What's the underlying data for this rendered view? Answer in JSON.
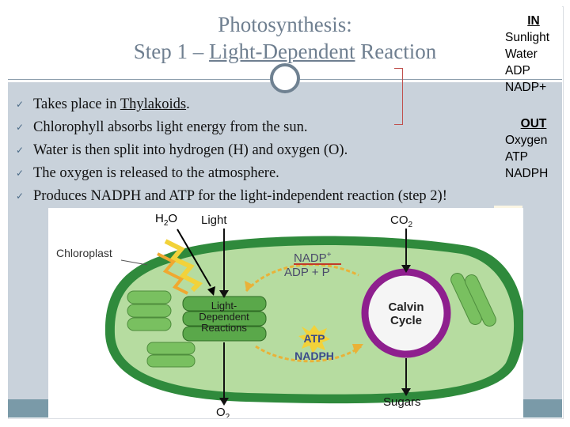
{
  "title": {
    "line1": "Photosynthesis:",
    "line2_prefix": "Step 1 – ",
    "line2_underlined": "Light-Dependent",
    "line2_suffix": " Reaction"
  },
  "bullets": [
    {
      "pre": "Takes place in ",
      "u": "Thylakoids",
      "post": "."
    },
    {
      "pre": "Chlorophyll absorbs light energy from the sun.",
      "u": "",
      "post": ""
    },
    {
      "pre": "Water is then split into hydrogen (H) and oxygen (O).",
      "u": "",
      "post": ""
    },
    {
      "pre": "The oxygen is released to the atmosphere.",
      "u": "",
      "post": ""
    },
    {
      "pre": "Produces NADPH and ATP for the light-independent reaction (step 2)!",
      "u": "",
      "post": ""
    }
  ],
  "side_in": {
    "heading": "IN",
    "items": [
      "Sunlight",
      "Water",
      "ADP",
      "NADP+"
    ]
  },
  "side_out": {
    "heading": "OUT",
    "items": [
      "Oxygen",
      "ATP",
      "NADPH"
    ]
  },
  "diagram": {
    "h2o": "H",
    "h2o_sub": "2",
    "h2o_suffix": "O",
    "light": "Light",
    "co2": "CO",
    "co2_sub": "2",
    "chloroplast": "Chloroplast",
    "nadp_plus": "NADP",
    "nadp_plus_sup": "+",
    "adp_p": "ADP + P",
    "ldr": [
      "Light-",
      "Dependent",
      "Reactions"
    ],
    "calvin": [
      "Calvin",
      "Cycle"
    ],
    "atp": "ATP",
    "nadph": "NADPH",
    "o2": "O",
    "o2_sub": "2",
    "sugars": "Sugars"
  },
  "colors": {
    "title": "#6f7f90",
    "chloroplast_outer": "#2f8a3c",
    "stroma": "#b6dca0",
    "thylakoid": "#79c060",
    "calvin_ring": "#8e1f8e",
    "cycle_arrow": "#e9b238",
    "bracket": "#c0504d"
  }
}
